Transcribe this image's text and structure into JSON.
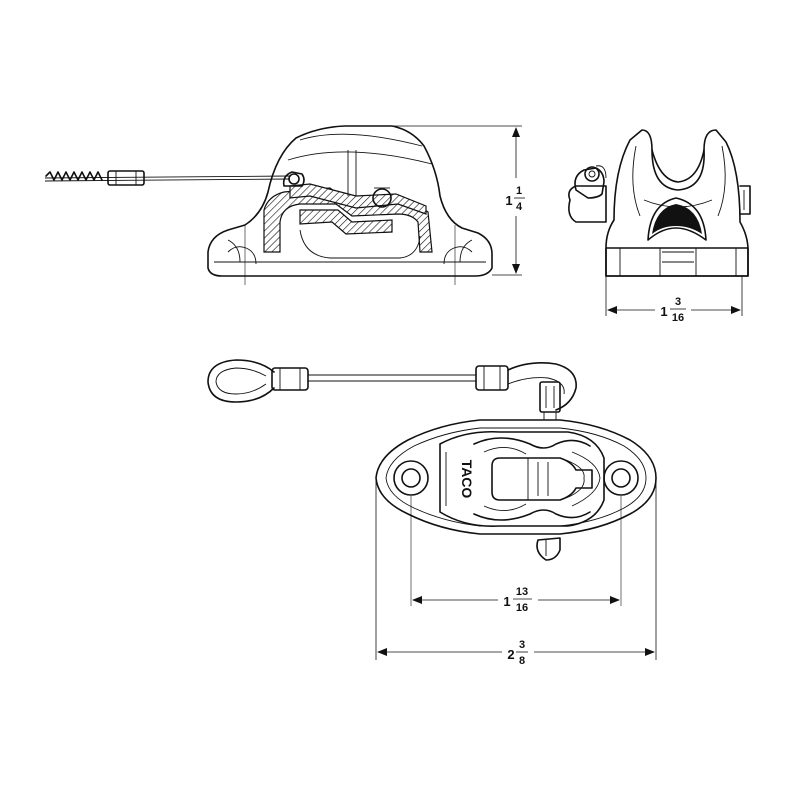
{
  "dimensions": {
    "height": {
      "whole": "1",
      "numerator": "1",
      "denominator": "4"
    },
    "depth": {
      "whole": "1",
      "numerator": "3",
      "denominator": "16"
    },
    "hole_spacing": {
      "whole": "1",
      "numerator": "13",
      "denominator": "16"
    },
    "overall_length": {
      "whole": "2",
      "numerator": "3",
      "denominator": "8"
    }
  },
  "logo_text": "TACO",
  "colors": {
    "line": "#111111",
    "background": "#ffffff"
  }
}
